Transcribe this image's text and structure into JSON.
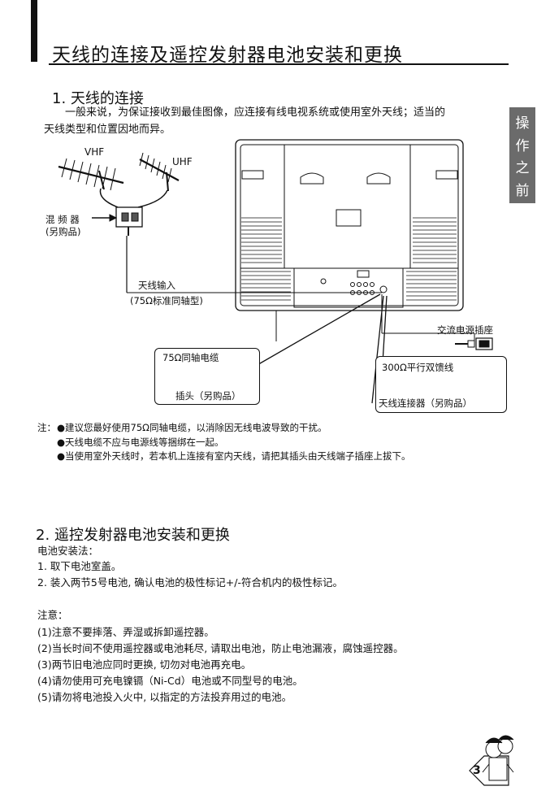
{
  "page": {
    "title": "天线的连接及遥控发射器电池安装和更换",
    "side_tab": [
      "操",
      "作",
      "之",
      "前"
    ],
    "page_number": "3"
  },
  "section1": {
    "heading": "1. 天线的连接",
    "intro_line1": "一般来说，为保证接收到最佳图像，应连接有线电视系统或使用室外天线；适当的",
    "intro_line2": "天线类型和位置因地而异。"
  },
  "diagram": {
    "vhf": "VHF",
    "uhf": "UHF",
    "mixer_line1": "混 频 器",
    "mixer_line2": "(另购品)",
    "antenna_input_line1": "天线输入",
    "antenna_input_line2": "(75Ω标准同轴型)",
    "ac_outlet": "交流电源插座",
    "coax_title": "75Ω同轴电缆",
    "coax_plug": "插头（另购品）",
    "twin_lead": "300Ω平行双馈线",
    "antenna_connector": "天线连接器（另购品）"
  },
  "notes": {
    "prefix": "注：",
    "items": [
      "●建议您最好使用75Ω同轴电缆，以消除因无线电波导致的干扰。",
      "●天线电缆不应与电源线等捆绑在一起。",
      "●当使用室外天线时，若本机上连接有室内天线，请把其插头由天线端子插座上拔下。"
    ]
  },
  "section2": {
    "heading": "2. 遥控发射器电池安装和更换",
    "install_title": "电池安装法：",
    "steps": [
      "1. 取下电池室盖。",
      "2. 装入两节5号电池, 确认电池的极性标记+/-符合机内的极性标记。"
    ],
    "caution_title": "注意：",
    "cautions": [
      "(1)注意不要摔落、弄湿或拆卸遥控器。",
      "(2)当长时间不使用遥控器或电池耗尽, 请取出电池，防止电池漏液，腐蚀遥控器。",
      "(3)两节旧电池应同时更换, 切勿对电池再充电。",
      "(4)请勿使用可充电镍镉（Ni-Cd）电池或不同型号的电池。",
      "(5)请勿将电池投入火中, 以指定的方法投弃用过的电池。"
    ]
  }
}
